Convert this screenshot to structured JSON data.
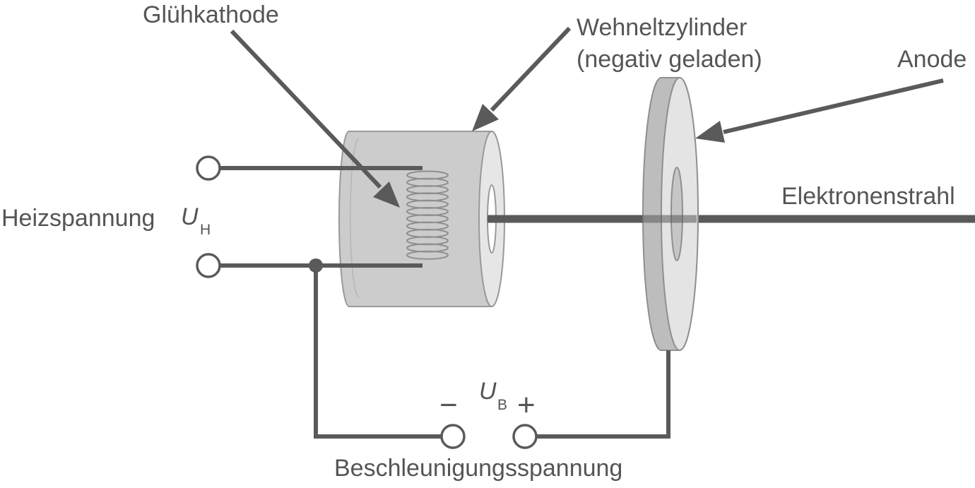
{
  "labels": {
    "cathode": "Glühkathode",
    "wehnelt_line1": "Wehneltzylinder",
    "wehnelt_line2": "(negativ geladen)",
    "anode": "Anode",
    "beam": "Elektronenstrahl",
    "heating_voltage": "Heizspannung",
    "heating_symbol": "U",
    "heating_subscript": "H",
    "accel_symbol": "U",
    "accel_subscript": "B",
    "minus": "−",
    "plus": "+",
    "accel_voltage": "Beschleunigungsspannung"
  },
  "colors": {
    "line": "#5a5a5a",
    "cylinder_fill": "#cccccc",
    "cylinder_end": "#e6e6e6",
    "anode_rim": "#bdbdbd",
    "anode_face": "#e4e4e4",
    "coil": "#8f8f8f"
  }
}
